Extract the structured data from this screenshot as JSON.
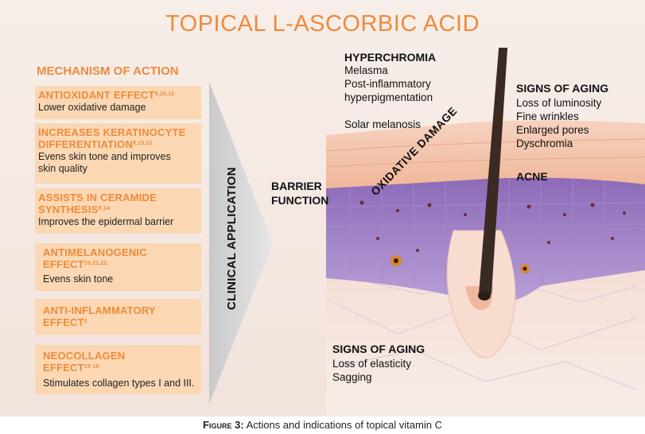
{
  "title": "TOPICAL L-ASCORBIC ACID",
  "mechanism_heading": "MECHANISM OF ACTION",
  "mechanisms": [
    {
      "head": "ANTIOXIDANT EFFECT",
      "refs": "9,10,12",
      "desc": "Lower oxidative damage"
    },
    {
      "head1": "INCREASES KERATINOCYTE",
      "head2": "DIFFERENTIATION",
      "refs": "8,15,21",
      "desc1": "Evens skin tone and improves",
      "desc2": "skin quality"
    },
    {
      "head1": "ASSISTS IN CERAMIDE",
      "head2": "SYNTHESIS",
      "refs": "8,14",
      "desc": "Improves the epidermal barrier"
    },
    {
      "head1": "ANTIMELANOGENIC",
      "head2": "EFFECT",
      "refs": "10,21,22",
      "desc": "Evens skin tone"
    },
    {
      "head1": "ANTI-INFLAMMATORY",
      "head2": "EFFECT",
      "refs": "2"
    },
    {
      "head1": "NEOCOLLAGEN",
      "head2": "EFFECT",
      "refs": "16-18",
      "desc": "Stimulates collagen types I and III."
    }
  ],
  "clinical_application": "CLINICAL APPLICATION",
  "hyperchromia": {
    "heading": "HYPERCHROMIA",
    "items": [
      "Melasma",
      "Post-inflammatory",
      "hyperpigmentation",
      "Solar melanosis"
    ]
  },
  "signs_aging_top": {
    "heading": "SIGNS OF AGING",
    "items": [
      "Loss of luminosity",
      "Fine wrinkles",
      "Enlarged pores",
      "Dyschromia"
    ]
  },
  "acne": "ACNE",
  "barrier": {
    "line1": "BARRIER",
    "line2": "FUNCTION"
  },
  "oxidative": "OXIDATIVE DAMAGE",
  "signs_aging_bottom": {
    "heading": "SIGNS OF AGING",
    "items": [
      "Loss of elasticity",
      "Sagging"
    ]
  },
  "caption": {
    "label": "Figure 3:",
    "text": "Actions and indications of topical vitamin C"
  },
  "colors": {
    "accent": "#ee8a3c",
    "box": "#fbd8b3",
    "arrow": "#d6d6d6"
  }
}
